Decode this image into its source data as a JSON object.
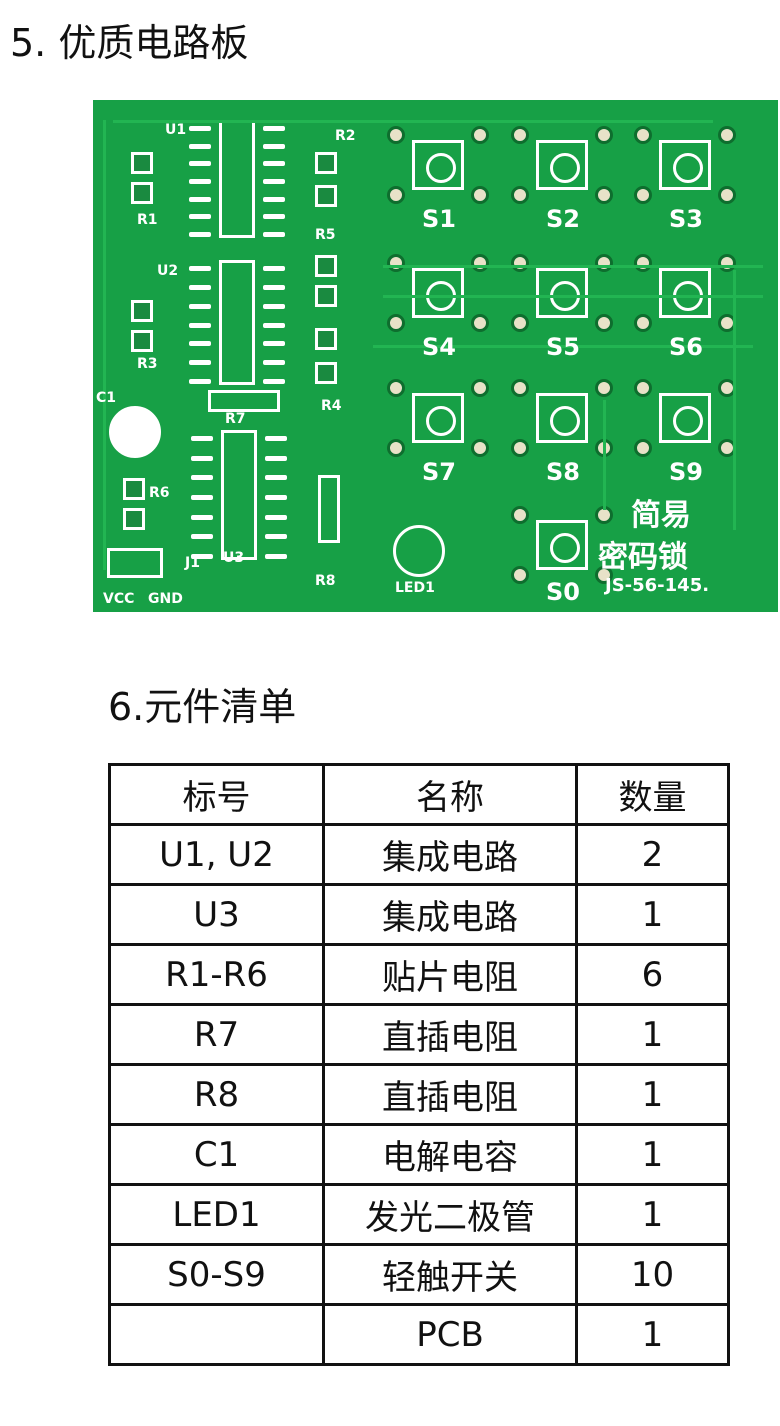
{
  "section5_title": "5. 优质电路板",
  "section6_title": "6.元件清单",
  "pcb": {
    "switch_labels": [
      "S1",
      "S2",
      "S3",
      "S4",
      "S5",
      "S6",
      "S7",
      "S8",
      "S9",
      "S0"
    ],
    "component_labels": {
      "u1": "U1",
      "u2": "U2",
      "u3": "U3",
      "r1": "R1",
      "r2": "R2",
      "r3": "R3",
      "r4": "R4",
      "r5": "R5",
      "r6": "R6",
      "r7": "R7",
      "r8": "R8",
      "c1": "C1",
      "j1": "J1",
      "led1": "LED1",
      "vcc": "VCC",
      "gnd": "GND"
    },
    "title_line1": "简易",
    "title_line2": "密码锁",
    "model": "JS-56-145."
  },
  "table": {
    "headers": [
      "标号",
      "名称",
      "数量"
    ],
    "rows": [
      [
        "U1, U2",
        "集成电路",
        "2"
      ],
      [
        "U3",
        "集成电路",
        "1"
      ],
      [
        "R1-R6",
        "贴片电阻",
        "6"
      ],
      [
        "R7",
        "直插电阻",
        "1"
      ],
      [
        "R8",
        "直插电阻",
        "1"
      ],
      [
        "C1",
        "电解电容",
        "1"
      ],
      [
        "LED1",
        "发光二极管",
        "1"
      ],
      [
        "S0-S9",
        "轻触开关",
        "10"
      ],
      [
        "",
        "PCB",
        "1"
      ]
    ]
  }
}
